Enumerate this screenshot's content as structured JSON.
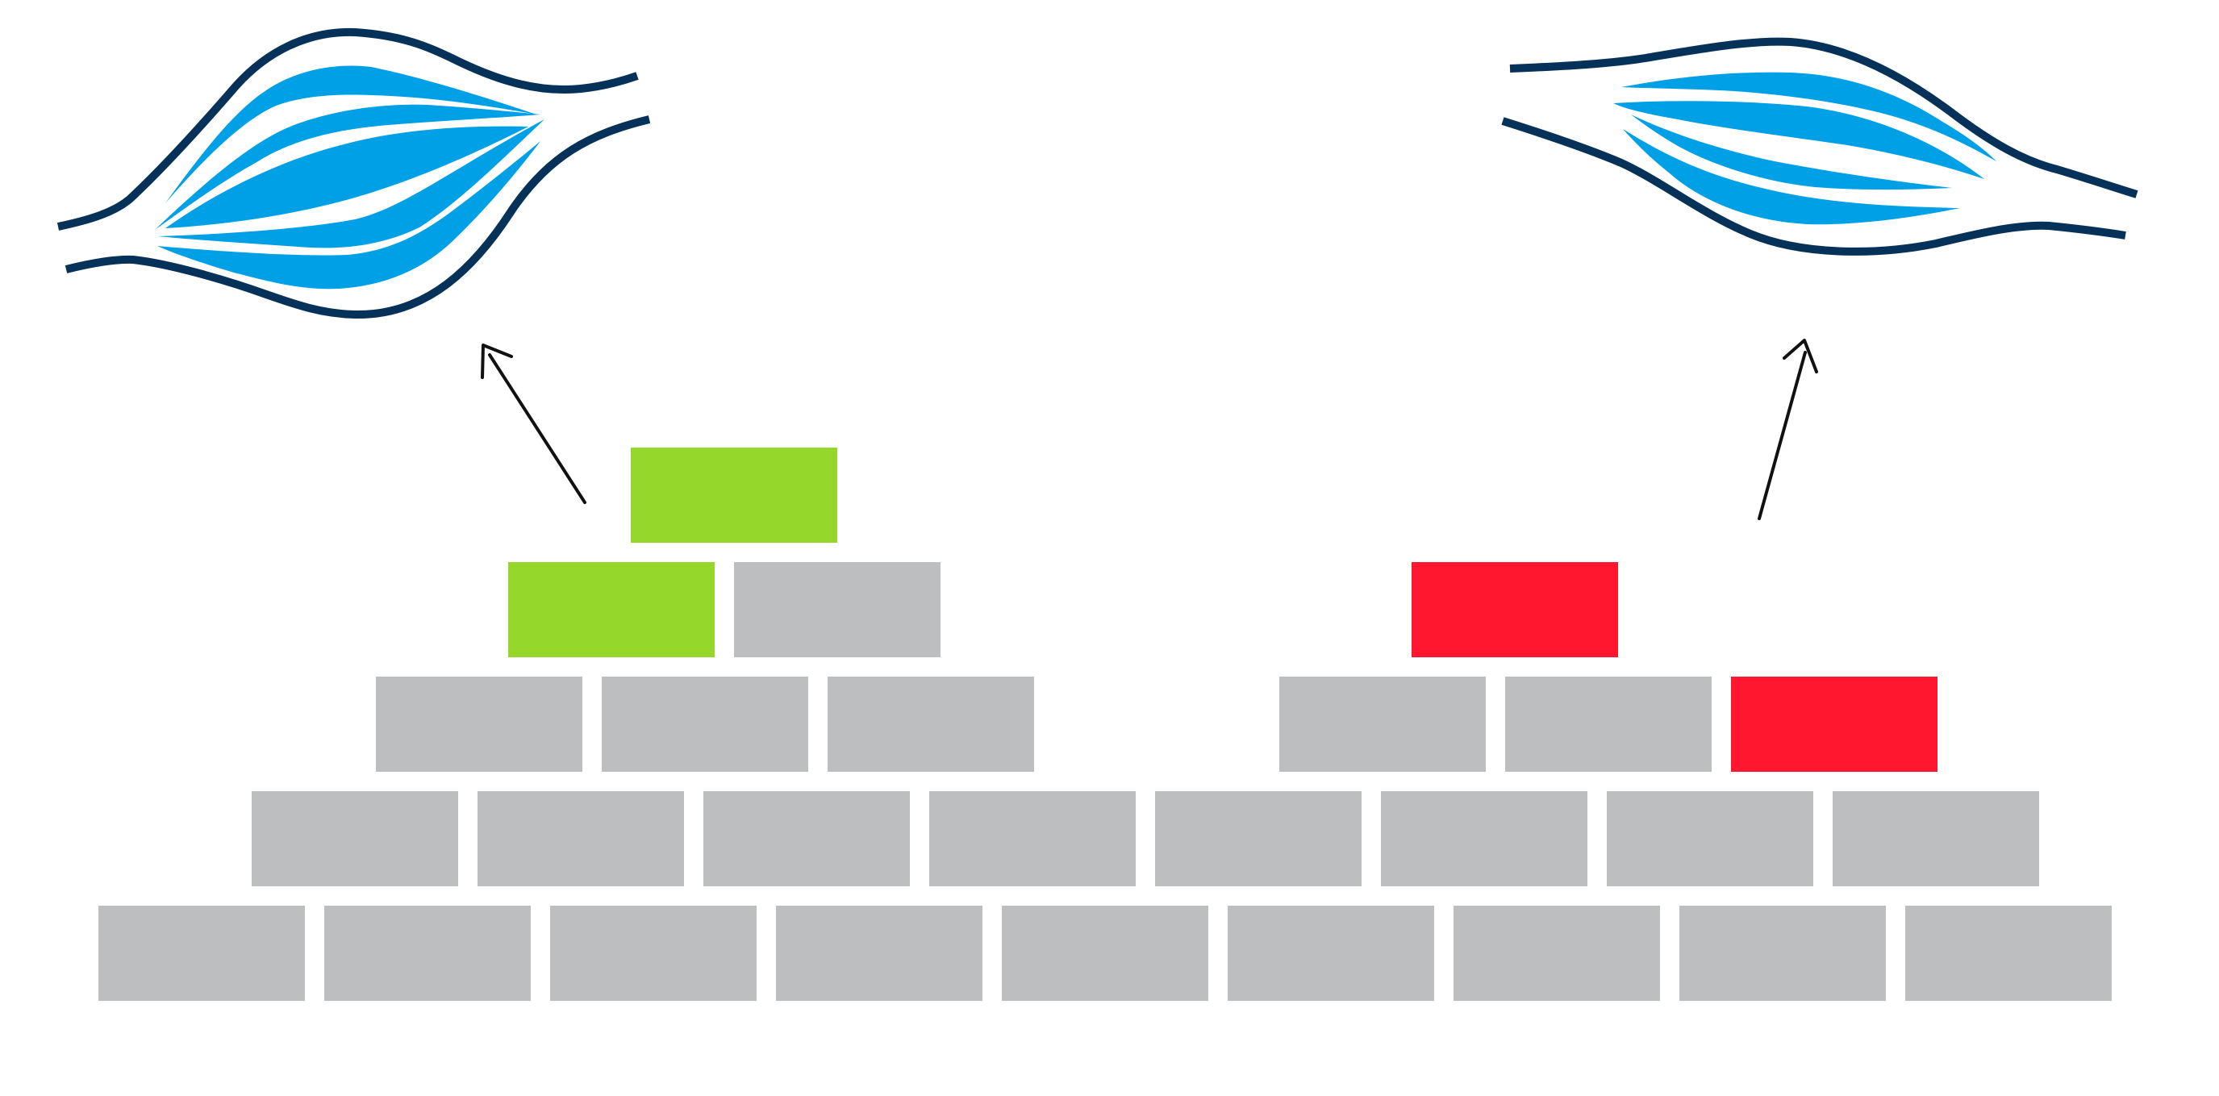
{
  "colors": {
    "background": "#ffffff",
    "block_neutral": "#bdbec0",
    "block_green": "#95d82b",
    "block_red": "#ff1730",
    "muscle_fill": "#00a0e6",
    "muscle_outline": "#06325a",
    "arrow": "#111111"
  },
  "icons": {
    "left_muscle": "muscle-fiber-icon",
    "right_muscle": "muscle-fiber-icon"
  },
  "pyramid": {
    "rows": [
      {
        "row": 1,
        "blocks": [
          "neutral",
          "neutral",
          "neutral",
          "neutral",
          "neutral",
          "neutral",
          "neutral",
          "neutral",
          "neutral"
        ]
      },
      {
        "row": 2,
        "blocks": [
          "neutral",
          "neutral",
          "neutral",
          "neutral",
          "neutral",
          "neutral",
          "neutral",
          "neutral"
        ]
      },
      {
        "row": 3,
        "blocks": [
          "neutral",
          "neutral",
          "neutral",
          "gap",
          "neutral",
          "neutral",
          "red"
        ]
      },
      {
        "row": 4,
        "blocks": [
          "green",
          "neutral",
          "gap",
          "gap",
          "red"
        ]
      },
      {
        "row": 5,
        "blocks": [
          "green"
        ]
      }
    ]
  }
}
